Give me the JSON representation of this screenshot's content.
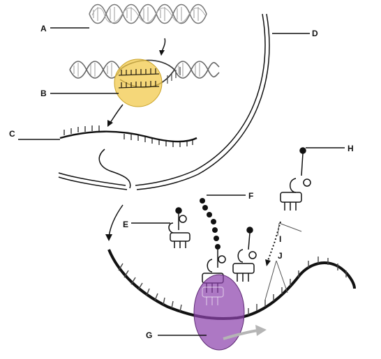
{
  "labels": {
    "a": "A",
    "b": "B",
    "c": "C",
    "d": "D",
    "e": "E",
    "f": "F",
    "g": "G",
    "h": "H",
    "i": "I",
    "j": "J"
  },
  "colors": {
    "rna_polymerase": "#f2c94c",
    "ribosome": "#8e44ad",
    "strand": "#111111",
    "outline": "#222222",
    "arrow": "#b5b5b5"
  }
}
